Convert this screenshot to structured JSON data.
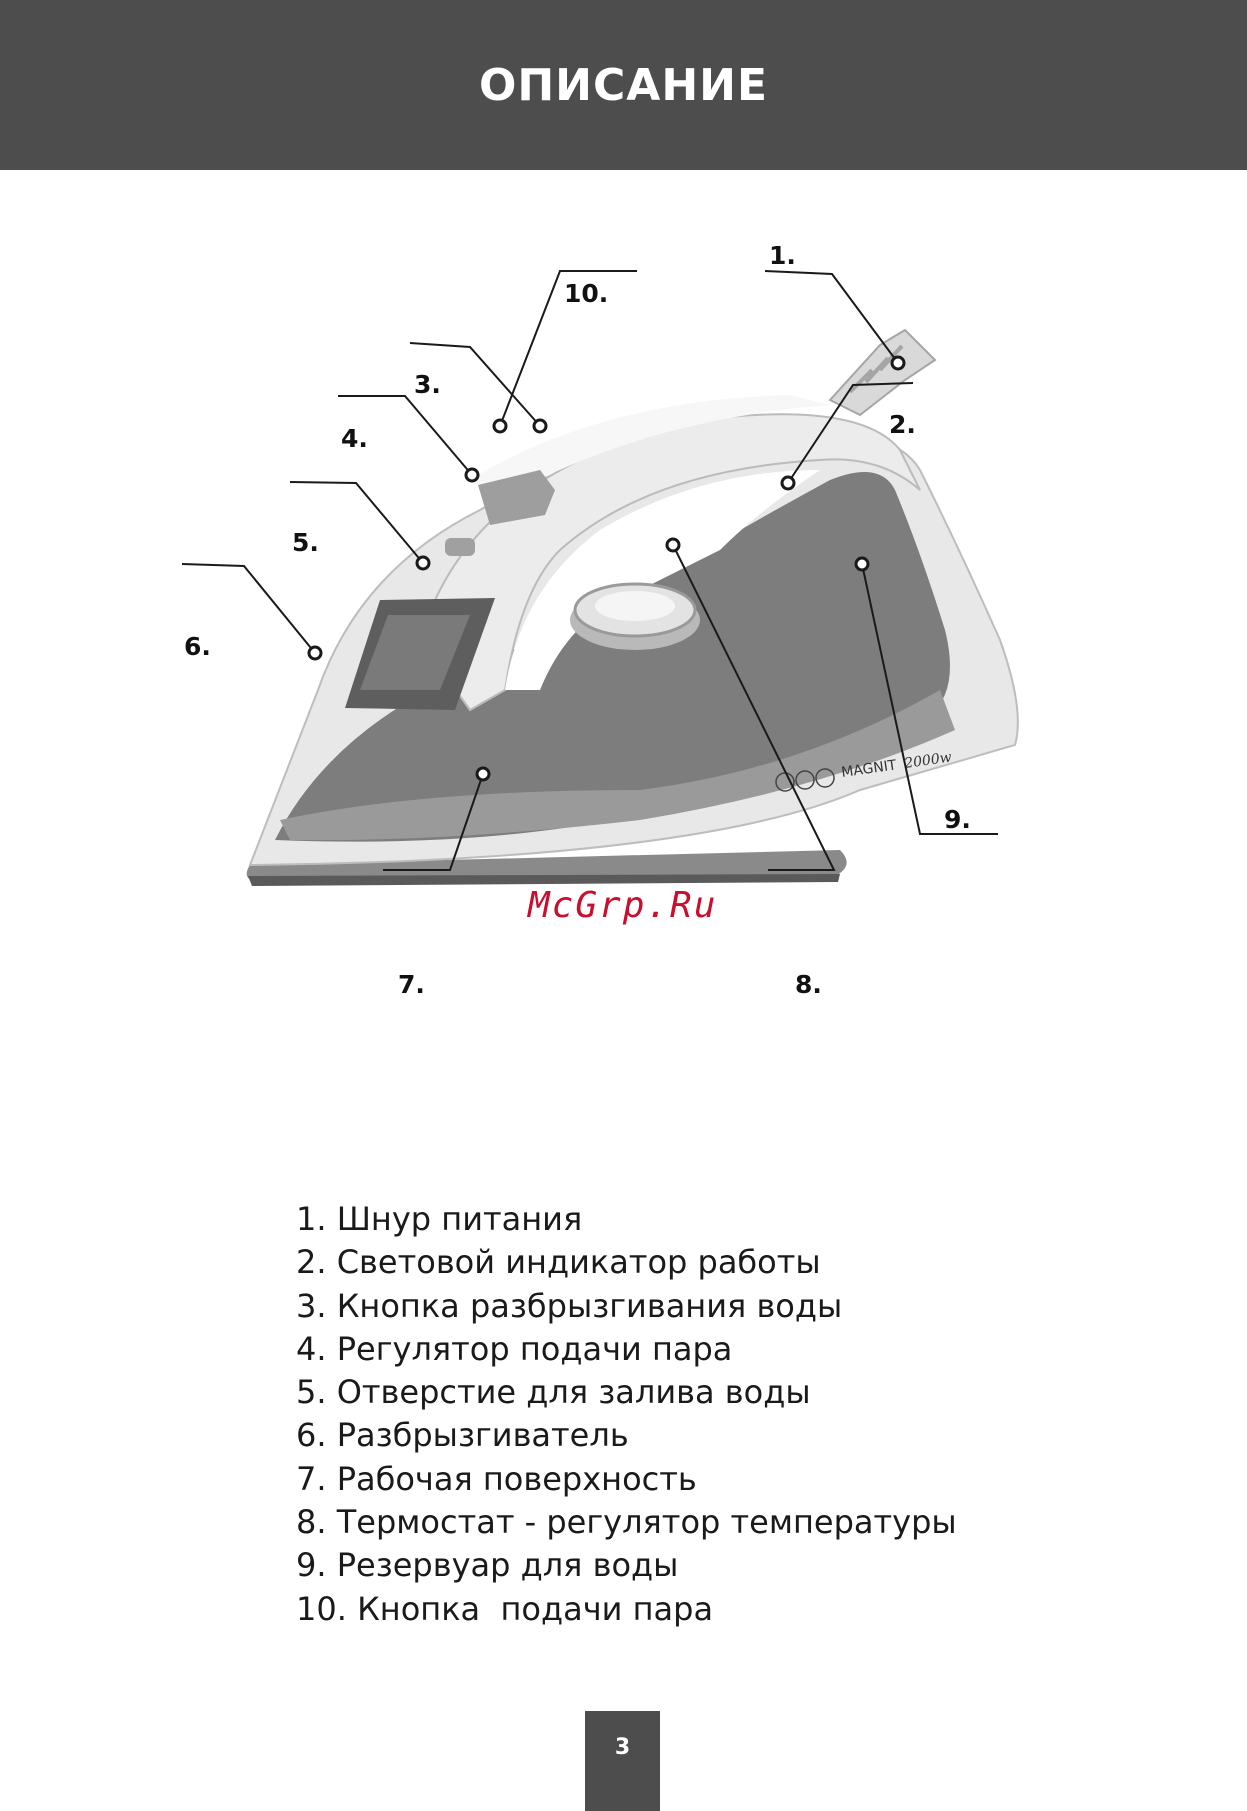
{
  "header": {
    "title": "ОПИСАНИЕ"
  },
  "figure": {
    "callouts": [
      "1.",
      "2.",
      "3.",
      "4.",
      "5.",
      "6.",
      "7.",
      "8.",
      "9.",
      "10."
    ],
    "brand_text": "MAGNIT",
    "power_text": "2000w",
    "watermark": "McGrp.Ru"
  },
  "parts": [
    "1. Шнур питания",
    "2. Световой индикатор работы",
    "3. Кнопка разбрызгивания воды",
    "4. Регулятор подачи пара",
    "5. Отверстие для залива воды",
    "6. Разбрызгиватель",
    "7. Рабочая поверхность",
    "8. Термостат - регулятор температуры",
    "9. Резервуар для воды",
    "10. Кнопка  подачи пара"
  ],
  "page_number": "3",
  "colors": {
    "header_bg": "#4d4d4d",
    "watermark": "#c8102e"
  }
}
